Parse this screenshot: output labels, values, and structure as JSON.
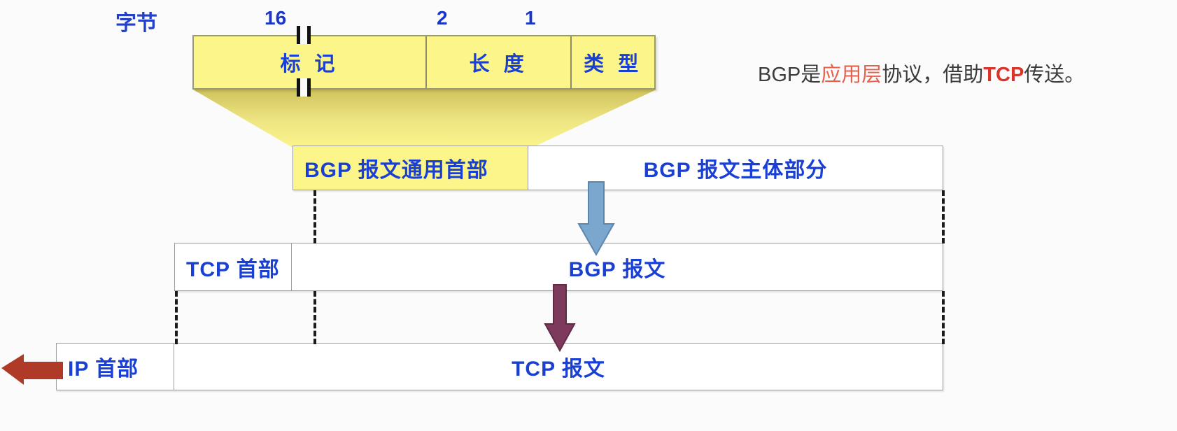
{
  "diagram": {
    "title_note": {
      "part1": "BGP是",
      "highlight1": "应用层",
      "part2": "协议，借助",
      "highlight2": "TCP",
      "part3": "传送。"
    },
    "byte_ruler": {
      "label": "字节",
      "ticks": [
        "16",
        "2",
        "1"
      ]
    },
    "bgp_header_fields": [
      {
        "name": "标 记",
        "bytes": "16"
      },
      {
        "name": "长 度",
        "bytes": "2"
      },
      {
        "name": "类 型",
        "bytes": "1"
      }
    ],
    "rows": [
      {
        "id": "bgp-message",
        "cells": [
          {
            "label": "BGP 报文通用首部",
            "fill": "yellow"
          },
          {
            "label": "BGP 报文主体部分",
            "fill": "white"
          }
        ]
      },
      {
        "id": "tcp-segment",
        "cells": [
          {
            "label": "TCP 首部",
            "fill": "white"
          },
          {
            "label": "BGP 报文",
            "fill": "white"
          }
        ]
      },
      {
        "id": "ip-datagram",
        "cells": [
          {
            "label": "IP 首部",
            "fill": "white"
          },
          {
            "label": "TCP 报文",
            "fill": "white"
          }
        ]
      }
    ],
    "arrows": [
      {
        "name": "bgp-to-tcp-arrow",
        "direction": "down",
        "color": "#7BA7CE"
      },
      {
        "name": "tcp-to-ip-arrow",
        "direction": "down",
        "color": "#7D3A5C"
      },
      {
        "name": "ip-outbound-arrow",
        "direction": "left",
        "color": "#B03A28"
      }
    ],
    "colors": {
      "header_fill": "#FBF58A",
      "label_blue": "#1A3FD4",
      "funnel_fill": "#F7F08A",
      "blue_arrow": "#7BA7CE",
      "purple_arrow": "#7D3A5C",
      "red_arrow": "#B03A28"
    },
    "break_marks": {
      "glyph": "||",
      "count": 2
    }
  }
}
